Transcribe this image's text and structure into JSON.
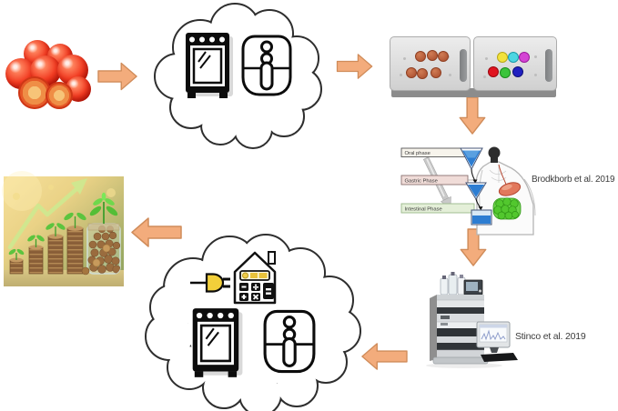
{
  "flow": {
    "description_visible_text_only": true
  },
  "digestion": {
    "phases": [
      {
        "label": "Oral phase",
        "box_color": "#f7f4ec"
      },
      {
        "label": "Gastric Phase",
        "box_color": "#f0dcd8"
      },
      {
        "label": "Intestinal Phase",
        "box_color": "#e4efd8"
      }
    ],
    "citation": "Brodkborb et al. 2019"
  },
  "hplc": {
    "citation": "Stinco et al. 2019"
  },
  "clouds": {
    "top_icons": [
      "oven-icon",
      "air-fryer-icon"
    ],
    "bottom_icons": [
      "plug-icon",
      "house-calculator-icon",
      "oven-icon",
      "air-fryer-icon"
    ]
  },
  "plates": {
    "left_plate": {
      "rows": 2,
      "cols": 3,
      "dot_color": "#b45a38"
    },
    "right_plate": {
      "dot_colors_top": [
        "#f2e23c",
        "#4cd6e2",
        "#d444d4"
      ],
      "dot_colors_bottom": [
        "#e01420",
        "#3cc43c",
        "#2020c0"
      ]
    }
  },
  "colors": {
    "arrow_fill": "#f3ac7c",
    "arrow_stroke": "#d08c5a",
    "cloud_stroke": "#2e2e2e",
    "appliance_black": "#0c0c0c",
    "funnel_blue": "#2d7dd2",
    "stomach_red": "#e2785c",
    "intestine_green": "#52c72e",
    "plug_yellow": "#f2cf3a",
    "growth_arrow_green": "#cfe88f"
  }
}
